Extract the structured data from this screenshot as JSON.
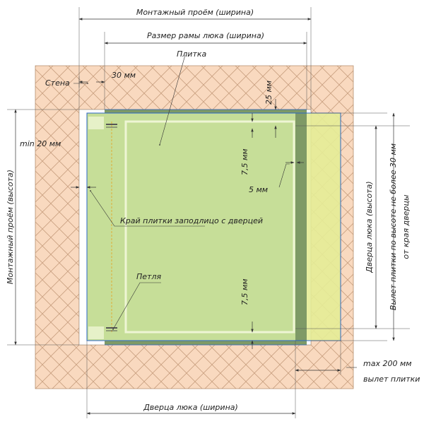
{
  "labels": {
    "opening_width": "Монтажный проём (ширина)",
    "frame_width": "Размер рамы люка (ширина)",
    "tile": "Плитка",
    "wall": "Стена",
    "gap_30": "30 мм",
    "gap_25": "25 мм",
    "min_20": "min 20 мм",
    "gap_7_5_top": "7,5 мм",
    "gap_5": "5 мм",
    "gap_7_5_bottom": "7,5 мм",
    "opening_height": "Монтажный проём (высота)",
    "door_height": "Дверца люка (высота)",
    "tile_overhang_line1": "Вылет плитки по высоте не более 30 мм",
    "tile_overhang_line2": "от края дверцы",
    "tile_edge_flush": "Край плитки заподлицо с дверцей",
    "hinge": "Петля",
    "max_200": "max 200 мм",
    "tile_overhang": "вылет плитки",
    "door_width": "Дверца люка (ширина)"
  },
  "colors": {
    "wall_fill": "#f9d9bf",
    "wall_hatch": "#c9a080",
    "frame_dark": "#7e9a66",
    "tile_green": "#c6de98",
    "tile_yellow": "#e4ec96",
    "panel_light": "#eef5d4",
    "blue_outline": "#2a66c8",
    "hinge_line": "#e5a020"
  }
}
